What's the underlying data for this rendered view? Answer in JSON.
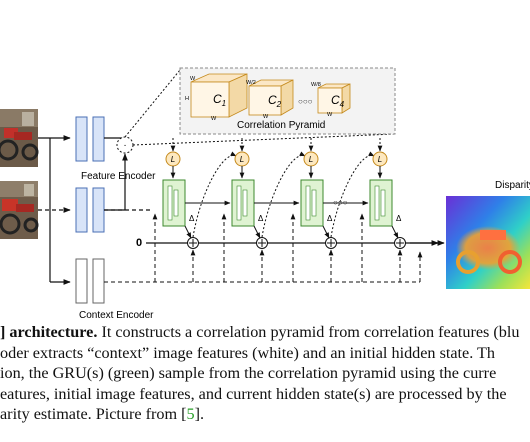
{
  "figure": {
    "labels": {
      "correlation_pyramid": "Correlation Pyramid",
      "feature_encoder": "Feature Encoder",
      "context_encoder": "Context Encoder",
      "disparity": "Disparity",
      "zero": "0",
      "lookup": "L",
      "delta": "Δ",
      "ellipsis": "○○○",
      "pyramid_dots": "○○○",
      "h": "H",
      "w": "W",
      "w2": "W/2",
      "w8": "W/8"
    },
    "pyramid_levels": [
      {
        "letter": "C",
        "sub": "1"
      },
      {
        "letter": "C",
        "sub": "2"
      },
      {
        "letter": "C",
        "sub": "4"
      }
    ],
    "colors": {
      "gru_fill": "#dff3d2",
      "gru_stroke": "#3c8a2e",
      "encoder_fill": "#d8e4f8",
      "encoder_stroke": "#4a6fb5",
      "context_fill": "#ffffff",
      "lookup_fill": "#fde8bf",
      "lookup_stroke": "#c58a1c",
      "cube_top": "#fbe7c6",
      "cube_side": "#f3d9a6",
      "pyramid_box": "#f3f3f3"
    }
  },
  "caption": {
    "line1_bold": "] architecture.",
    "line1_rest": " It constructs a correlation pyramid from correlation features (blu",
    "line2": "oder extracts “context” image features (white) and an initial hidden state. Th",
    "line3": "ion, the GRU(s) (green) sample from the correlation pyramid using the curre",
    "line4": "eatures, initial image features, and current hidden state(s) are processed by the",
    "line5_pre": "arity estimate. Picture from [",
    "line5_cite": "5",
    "line5_post": "]."
  }
}
